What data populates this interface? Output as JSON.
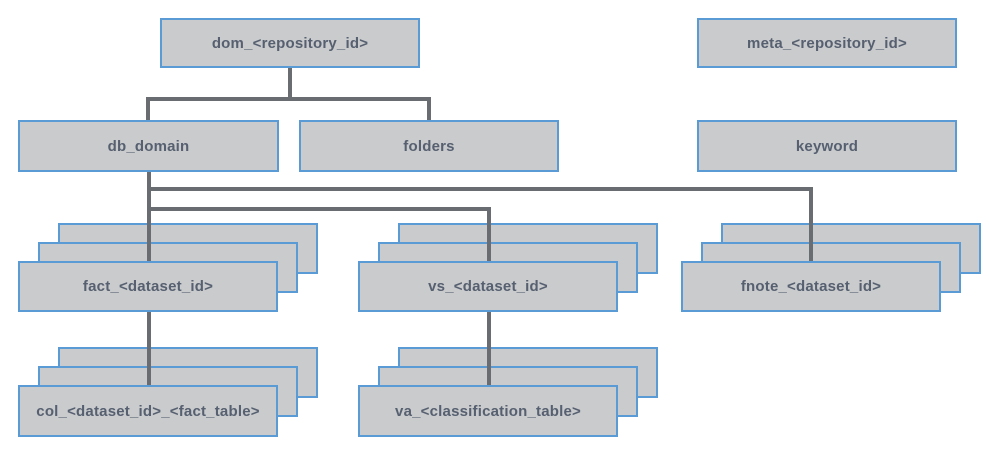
{
  "diagram": {
    "description": "Repository database table structure diagram",
    "colors": {
      "box_fill": "#c9cbcd",
      "box_border": "#5b9bd5",
      "connector": "#696d71",
      "label_text": "#576070",
      "background": "#ffffff"
    },
    "nodes": {
      "dom": {
        "label": "dom_<repository_id>",
        "stacked": false
      },
      "meta": {
        "label": "meta_<repository_id>",
        "stacked": false
      },
      "db_domain": {
        "label": "db_domain",
        "stacked": false
      },
      "folders": {
        "label": "folders",
        "stacked": false
      },
      "keyword": {
        "label": "keyword",
        "stacked": false
      },
      "fact": {
        "label": "fact_<dataset_id>",
        "stacked": true
      },
      "vs": {
        "label": "vs_<dataset_id>",
        "stacked": true
      },
      "fnote": {
        "label": "fnote_<dataset_id>",
        "stacked": true
      },
      "col": {
        "label": "col_<dataset_id>_<fact_table>",
        "stacked": true
      },
      "va": {
        "label": "va_<classification_table>",
        "stacked": true
      }
    },
    "edges": [
      {
        "from": "dom_<repository_id>",
        "to": "db_domain"
      },
      {
        "from": "dom_<repository_id>",
        "to": "folders"
      },
      {
        "from": "db_domain",
        "to": "fact_<dataset_id>"
      },
      {
        "from": "db_domain",
        "to": "vs_<dataset_id>"
      },
      {
        "from": "db_domain",
        "to": "fnote_<dataset_id>"
      },
      {
        "from": "fact_<dataset_id>",
        "to": "col_<dataset_id>_<fact_table>"
      },
      {
        "from": "vs_<dataset_id>",
        "to": "va_<classification_table>"
      }
    ]
  }
}
